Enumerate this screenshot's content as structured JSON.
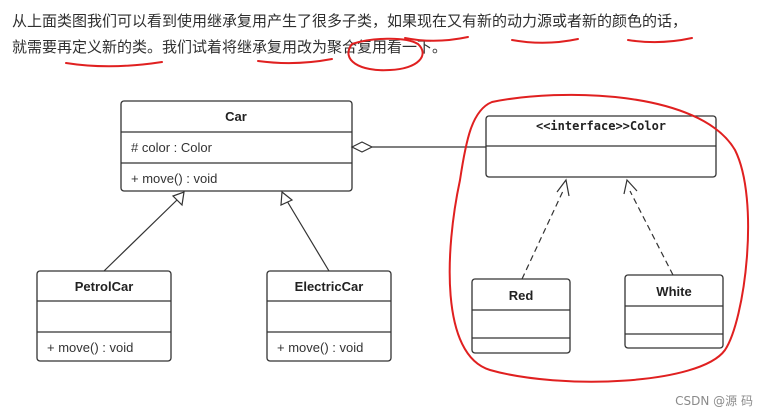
{
  "intro": {
    "line1": "从上面类图我们可以看到使用继承复用产生了很多子类，如果现在又有新的动力源或者新的颜色的话，",
    "line2": "就需要再定义新的类。我们试着将继承复用改为聚合复用看一下。"
  },
  "diagram": {
    "car": {
      "name": "Car",
      "attribute": "# color : Color",
      "method": "+ move() : void"
    },
    "petrol_car": {
      "name": "PetrolCar",
      "method": "+ move() : void"
    },
    "electric_car": {
      "name": "ElectricCar",
      "method": "+ move() : void"
    },
    "color_interface": {
      "name": "<<interface>>Color"
    },
    "red": {
      "name": "Red"
    },
    "white": {
      "name": "White"
    }
  },
  "annotation_color": "#e02020",
  "watermark": "CSDN @源  码"
}
